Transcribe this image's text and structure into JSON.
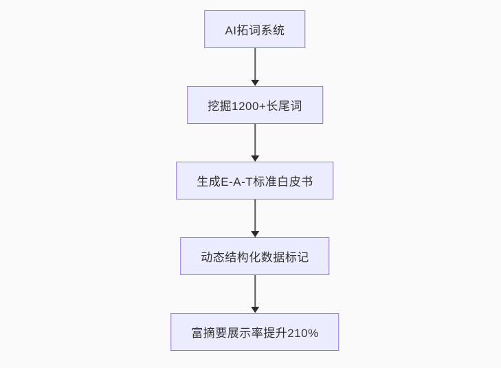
{
  "diagram": {
    "type": "flowchart",
    "direction": "top-down",
    "colors": {
      "background": "#fafafa",
      "node_fill": "#ececff",
      "node_border": "#9370db",
      "node_text": "#333333",
      "edge_line": "#5a5a5a",
      "edge_arrowhead": "#2b2b2b"
    },
    "nodes": [
      {
        "id": "n1",
        "label": "AI拓词系统"
      },
      {
        "id": "n2",
        "label": "挖掘1200+长尾词"
      },
      {
        "id": "n3",
        "label": "生成E-A-T标准白皮书"
      },
      {
        "id": "n4",
        "label": "动态结构化数据标记"
      },
      {
        "id": "n5",
        "label": "富摘要展示率提升210%"
      }
    ],
    "edges": [
      {
        "from": "n1",
        "to": "n2"
      },
      {
        "from": "n2",
        "to": "n3"
      },
      {
        "from": "n3",
        "to": "n4"
      },
      {
        "from": "n4",
        "to": "n5"
      }
    ]
  }
}
